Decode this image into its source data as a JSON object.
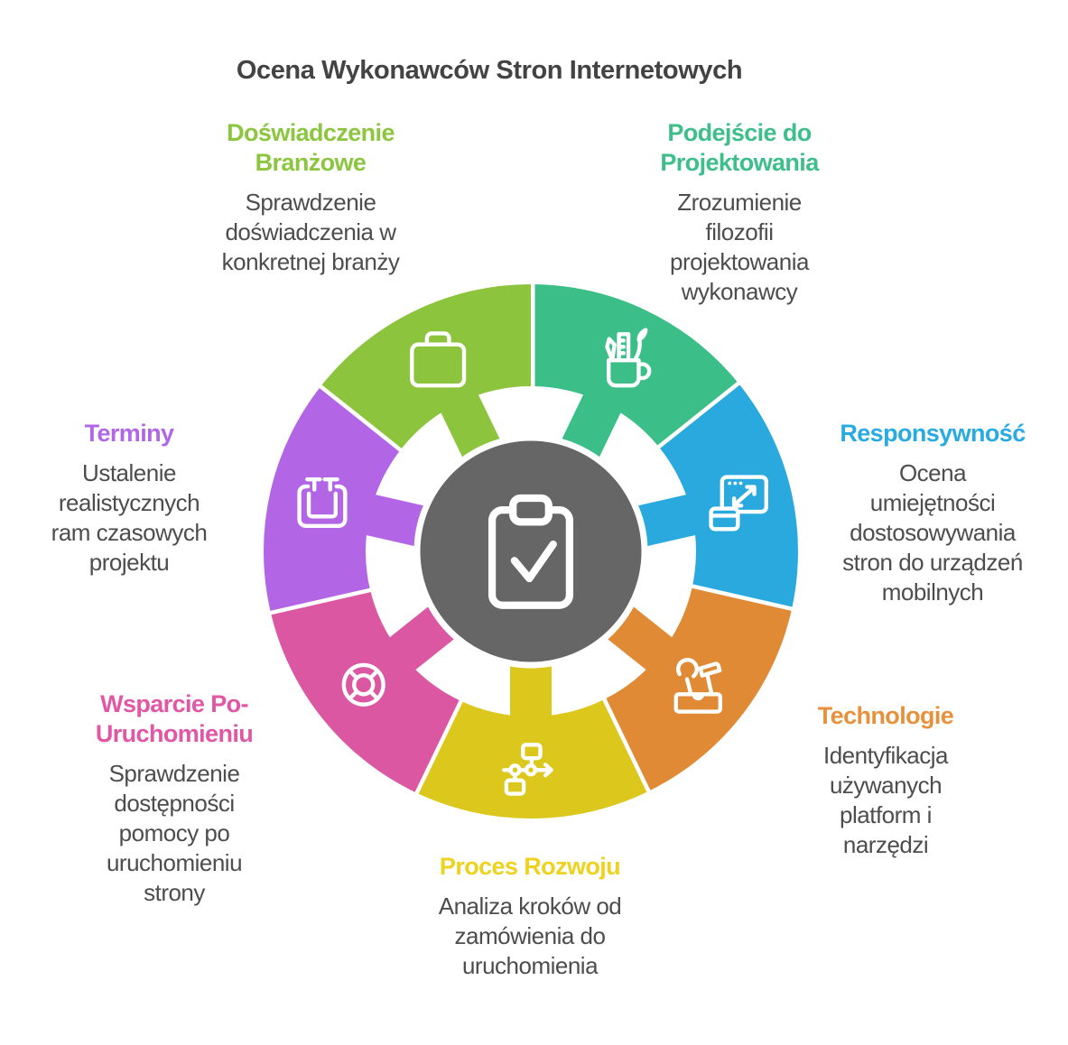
{
  "title": "Ocena Wykonawców Stron Internetowych",
  "colors": {
    "background": "#ffffff",
    "title_text": "#434343",
    "description_text": "#4D4D4D",
    "center_circle": "#666666",
    "icon_stroke": "#ffffff"
  },
  "center": {
    "icon": "clipboard-check-icon"
  },
  "segments": [
    {
      "id": "design-approach",
      "pos": "top-right",
      "color": "#3BBE87",
      "label_color": "#3DBE8B",
      "icon": "pencil-cup-icon",
      "label_lines": [
        "Podejście do",
        "Projektowania"
      ],
      "description_lines": [
        "Zrozumienie",
        "filozofii",
        "projektowania",
        "wykonawcy"
      ]
    },
    {
      "id": "responsiveness",
      "pos": "right",
      "color": "#2AA9DF",
      "label_color": "#29ABE2",
      "icon": "responsive-icon",
      "label_lines": [
        "Responsywność"
      ],
      "description_lines": [
        "Ocena",
        "umiejętności",
        "dostosowywania",
        "stron do urządzeń",
        "mobilnych"
      ]
    },
    {
      "id": "technologies",
      "pos": "bottom-right",
      "color": "#E08A35",
      "label_color": "#E8913C",
      "icon": "tools-icon",
      "label_lines": [
        "Technologie"
      ],
      "description_lines": [
        "Identyfikacja",
        "używanych",
        "platform i",
        "narzędzi"
      ]
    },
    {
      "id": "development-process",
      "pos": "bottom",
      "color": "#DCC71D",
      "label_color": "#EDD21F",
      "icon": "flowchart-icon",
      "label_lines": [
        "Proces Rozwoju"
      ],
      "description_lines": [
        "Analiza kroków od",
        "zamówienia do",
        "uruchomienia"
      ]
    },
    {
      "id": "post-launch-support",
      "pos": "bottom-left",
      "color": "#DC57A2",
      "label_color": "#E156A5",
      "icon": "lifebuoy-icon",
      "label_lines": [
        "Wsparcie Po-",
        "Uruchomieniu"
      ],
      "description_lines": [
        "Sprawdzenie",
        "dostępności",
        "pomocy po",
        "uruchomieniu",
        "strony"
      ]
    },
    {
      "id": "timelines",
      "pos": "left",
      "color": "#B266E5",
      "label_color": "#B166E8",
      "icon": "calendar-icon",
      "label_lines": [
        "Terminy"
      ],
      "description_lines": [
        "Ustalenie",
        "realistycznych",
        "ram czasowych",
        "projektu"
      ]
    },
    {
      "id": "industry-experience",
      "pos": "top-left",
      "color": "#8CC43E",
      "label_color": "#8CC63F",
      "icon": "briefcase-icon",
      "label_lines": [
        "Doświadczenie",
        "Branżowe"
      ],
      "description_lines": [
        "Sprawdzenie",
        "doświadczenia w",
        "konkretnej branży"
      ]
    }
  ]
}
